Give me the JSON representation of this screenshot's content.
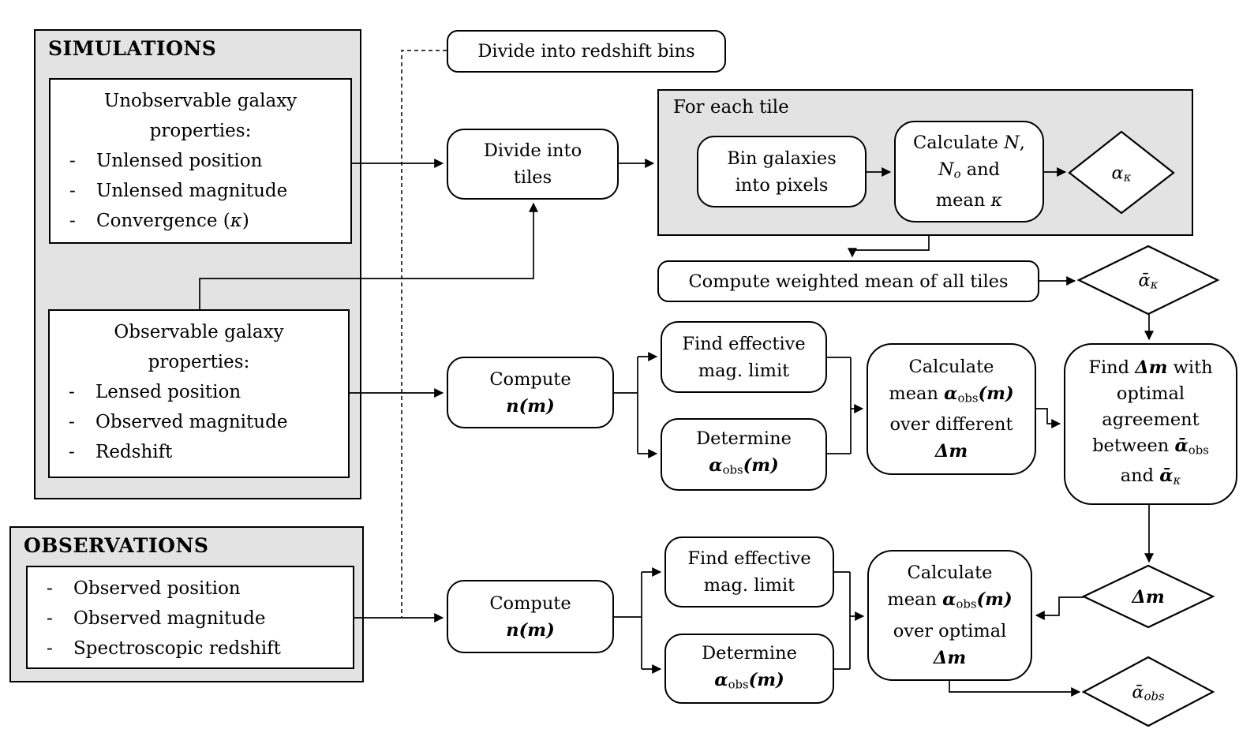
{
  "colors": {
    "container_fill": "#e3e3e3",
    "box_fill": "#ffffff",
    "stroke": "#000000"
  },
  "simulations": {
    "title": "SIMULATIONS",
    "unobservable": {
      "heading_lines": [
        "Unobservable galaxy",
        "properties:"
      ],
      "items": [
        [
          {
            "t": "Unlensed position"
          }
        ],
        [
          {
            "t": "Unlensed magnitude"
          }
        ],
        [
          {
            "t": "Convergence ("
          },
          {
            "t": "κ",
            "s": "i"
          },
          {
            "t": ")"
          }
        ]
      ]
    },
    "observable": {
      "heading_lines": [
        "Observable galaxy",
        "properties:"
      ],
      "items": [
        [
          {
            "t": "Lensed position"
          }
        ],
        [
          {
            "t": "Observed magnitude"
          }
        ],
        [
          {
            "t": "Redshift"
          }
        ]
      ]
    }
  },
  "observations": {
    "title": "OBSERVATIONS",
    "items": [
      [
        {
          "t": "Observed position"
        }
      ],
      [
        {
          "t": "Observed magnitude"
        }
      ],
      [
        {
          "t": "Spectroscopic redshift"
        }
      ]
    ]
  },
  "for_each_tile": {
    "label": "For each tile"
  },
  "nodes": {
    "divide_redshift": {
      "lines": [
        [
          {
            "t": "Divide into redshift bins"
          }
        ]
      ]
    },
    "divide_tiles": {
      "lines": [
        [
          {
            "t": "Divide into"
          }
        ],
        [
          {
            "t": "tiles"
          }
        ]
      ]
    },
    "bin_galaxies": {
      "lines": [
        [
          {
            "t": "Bin galaxies"
          }
        ],
        [
          {
            "t": "into pixels"
          }
        ]
      ]
    },
    "calculate_n": {
      "lines": [
        [
          {
            "t": "Calculate "
          },
          {
            "t": "N",
            "s": "i"
          },
          {
            "t": ","
          }
        ],
        [
          {
            "t": "N",
            "s": "i"
          },
          {
            "t": "o",
            "s": "isub"
          },
          {
            "t": " and"
          }
        ],
        [
          {
            "t": "mean "
          },
          {
            "t": "κ",
            "s": "i"
          }
        ]
      ]
    },
    "compute_weighted": {
      "lines": [
        [
          {
            "t": "Compute weighted mean of all tiles"
          }
        ]
      ]
    },
    "compute_nm_mid": {
      "lines": [
        [
          {
            "t": "Compute"
          }
        ],
        [
          {
            "t": "n(m)",
            "s": "bi"
          }
        ]
      ]
    },
    "find_eff_mid": {
      "lines": [
        [
          {
            "t": "Find effective"
          }
        ],
        [
          {
            "t": "mag. limit"
          }
        ]
      ]
    },
    "determine_mid": {
      "lines": [
        [
          {
            "t": "Determine"
          }
        ],
        [
          {
            "t": "α",
            "s": "bi"
          },
          {
            "t": "obs",
            "s": "sub"
          },
          {
            "t": "(m)",
            "s": "bi"
          }
        ]
      ]
    },
    "calc_mean_diff": {
      "lines": [
        [
          {
            "t": "Calculate"
          }
        ],
        [
          {
            "t": "mean "
          },
          {
            "t": "α",
            "s": "bi"
          },
          {
            "t": "obs",
            "s": "sub"
          },
          {
            "t": "(m)",
            "s": "bi"
          }
        ],
        [
          {
            "t": "over different"
          }
        ],
        [
          {
            "t": "Δm",
            "s": "bi"
          }
        ]
      ]
    },
    "find_dm": {
      "lines": [
        [
          {
            "t": "Find "
          },
          {
            "t": "Δm",
            "s": "bi"
          },
          {
            "t": " with"
          }
        ],
        [
          {
            "t": "optimal"
          }
        ],
        [
          {
            "t": "agreement"
          }
        ],
        [
          {
            "t": "between "
          },
          {
            "t": "ᾱ",
            "s": "bi"
          },
          {
            "t": "obs",
            "s": "sub"
          }
        ],
        [
          {
            "t": "and "
          },
          {
            "t": "ᾱ",
            "s": "bi"
          },
          {
            "t": "κ",
            "s": "isub"
          }
        ]
      ]
    },
    "compute_nm_bot": {
      "lines": [
        [
          {
            "t": "Compute"
          }
        ],
        [
          {
            "t": "n(m)",
            "s": "bi"
          }
        ]
      ]
    },
    "find_eff_bot": {
      "lines": [
        [
          {
            "t": "Find effective"
          }
        ],
        [
          {
            "t": "mag. limit"
          }
        ]
      ]
    },
    "determine_bot": {
      "lines": [
        [
          {
            "t": "Determine"
          }
        ],
        [
          {
            "t": "α",
            "s": "bi"
          },
          {
            "t": "obs",
            "s": "sub"
          },
          {
            "t": "(m)",
            "s": "bi"
          }
        ]
      ]
    },
    "calc_mean_opt": {
      "lines": [
        [
          {
            "t": "Calculate"
          }
        ],
        [
          {
            "t": "mean "
          },
          {
            "t": "α",
            "s": "bi"
          },
          {
            "t": "obs",
            "s": "sub"
          },
          {
            "t": "(m)",
            "s": "bi"
          }
        ],
        [
          {
            "t": "over optimal"
          }
        ],
        [
          {
            "t": "Δm",
            "s": "bi"
          }
        ]
      ]
    },
    "diamond_alpha_k": {
      "label": [
        {
          "t": "α",
          "s": "i"
        },
        {
          "t": "κ",
          "s": "isub"
        }
      ]
    },
    "diamond_alphabar_k": {
      "label": [
        {
          "t": "ᾱ",
          "s": "i"
        },
        {
          "t": "κ",
          "s": "isub"
        }
      ]
    },
    "diamond_dm": {
      "label": [
        {
          "t": "Δm",
          "s": "bi"
        }
      ]
    },
    "diamond_alphabar_obs": {
      "label": [
        {
          "t": "ᾱ",
          "s": "i"
        },
        {
          "t": "obs",
          "s": "isub"
        }
      ]
    }
  }
}
